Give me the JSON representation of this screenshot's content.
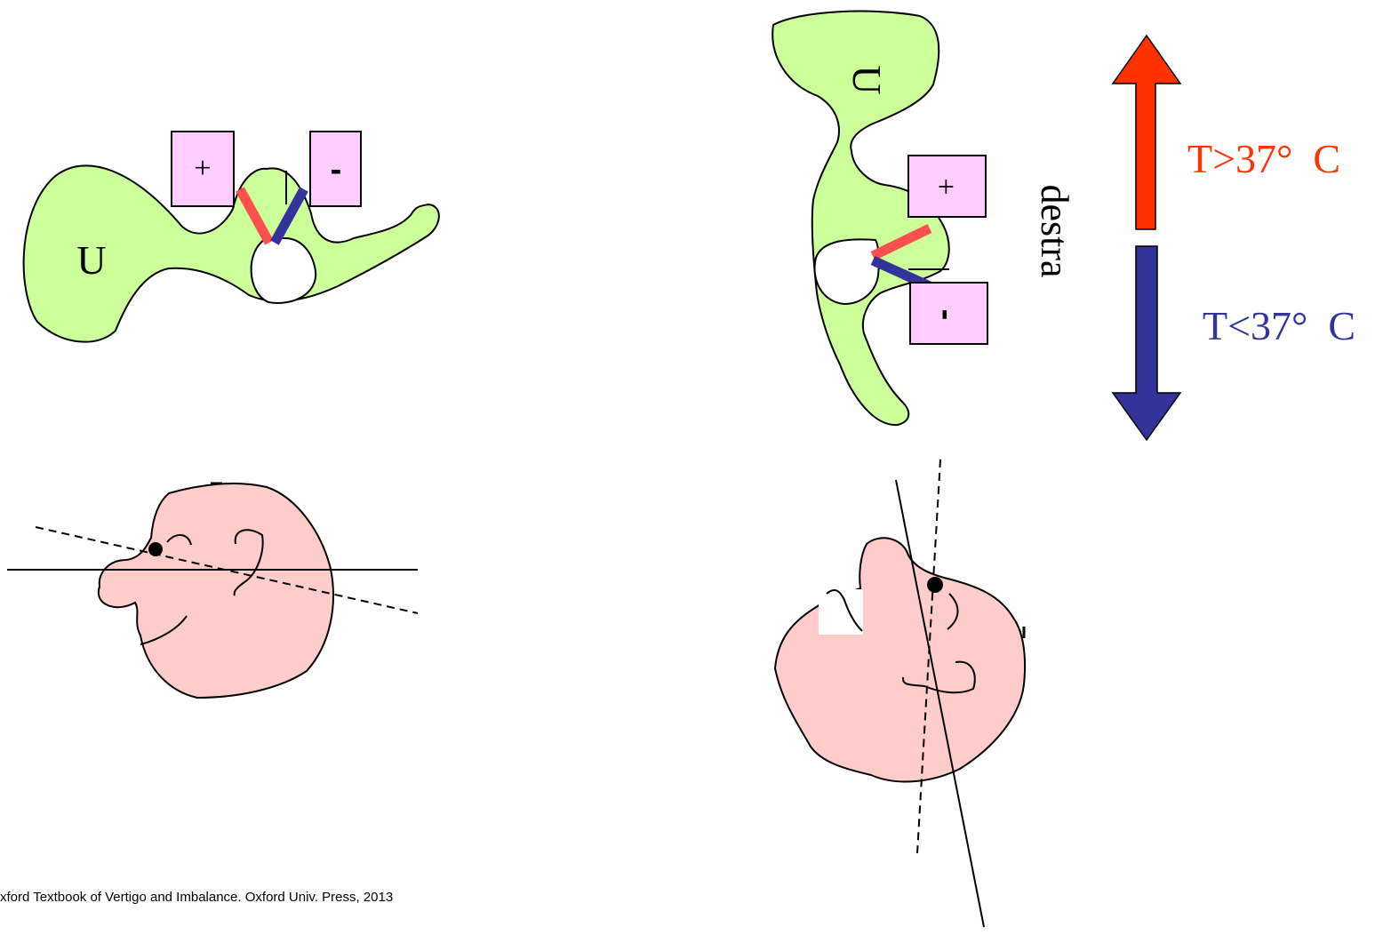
{
  "left_canal": {
    "utricle_label": "U",
    "plus_box_label": "+",
    "minus_box_label": "-"
  },
  "right_canal": {
    "utricle_label": "U",
    "plus_box_label": "+",
    "minus_box_label": "-",
    "side_label": "destra"
  },
  "temperature": {
    "warm_label": "T>37°  C",
    "cold_label": "T<37°  C"
  },
  "citation": "xford Textbook of Vertigo and Imbalance. Oxford Univ. Press, 2013",
  "colors": {
    "canal_fill": "#ccff99",
    "box_fill": "#ffccff",
    "head_fill": "#ffcccc",
    "warm": "#ff3300",
    "cold": "#333399",
    "warm_bar": "#ff5050"
  }
}
